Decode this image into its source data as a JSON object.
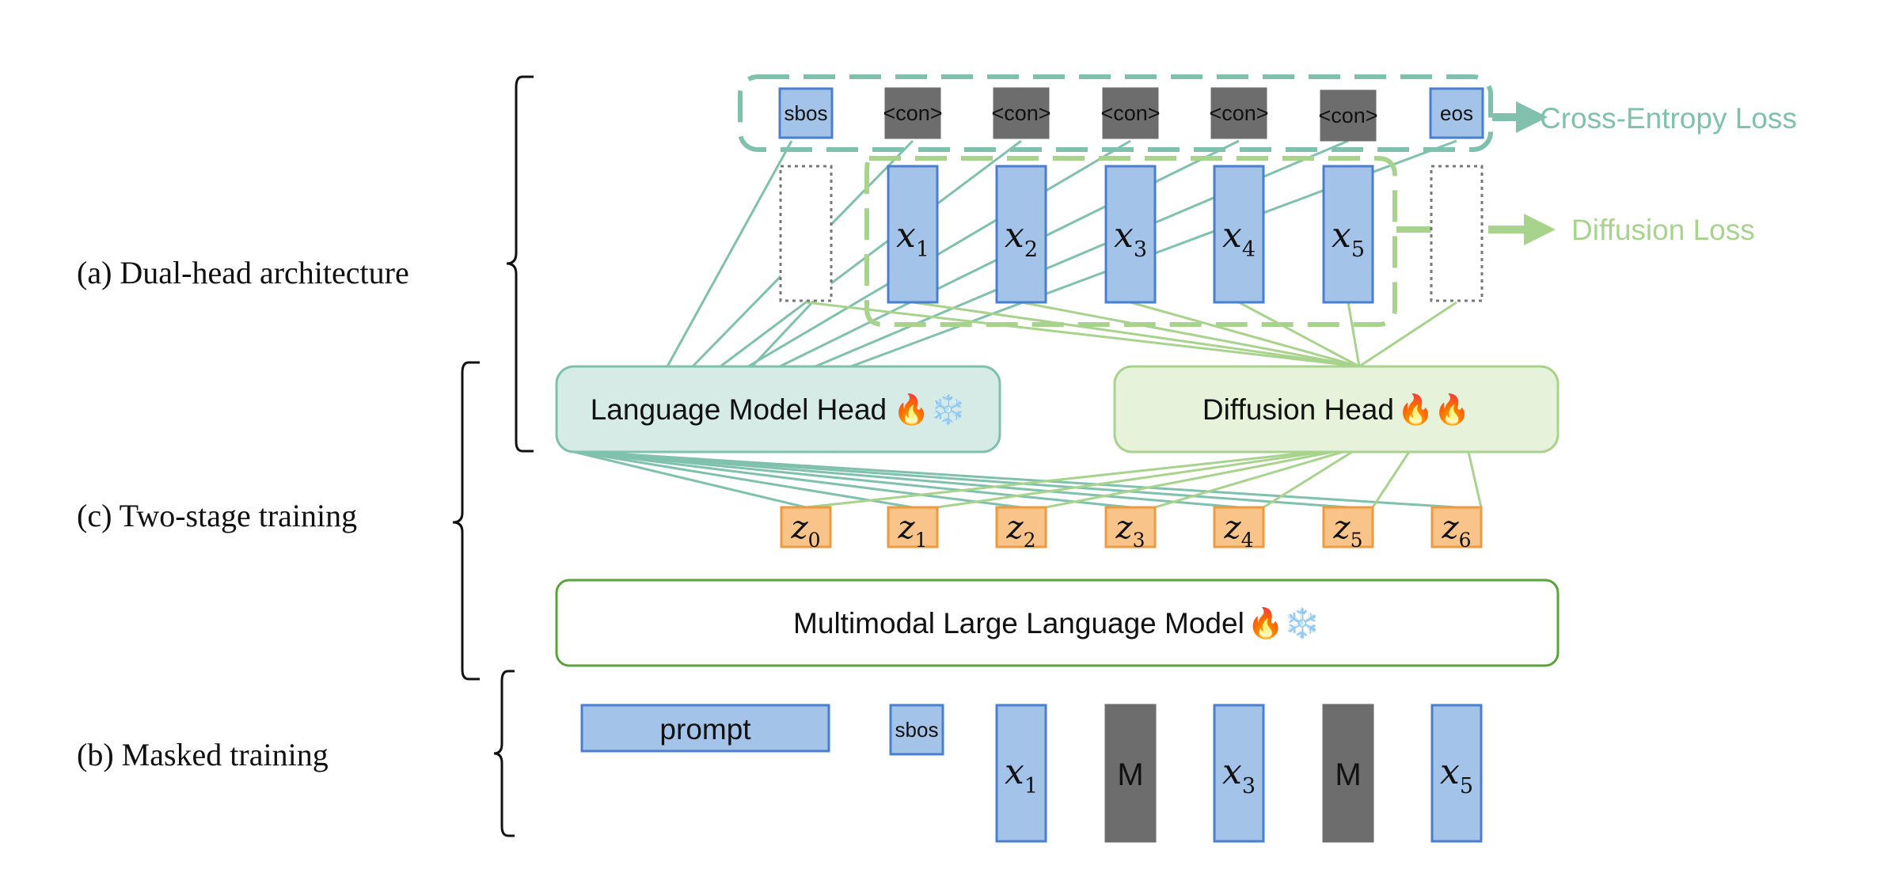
{
  "sections": {
    "dual_head": "(a) Dual-head architecture",
    "two_stage": "(c) Two-stage training",
    "masked": "(b) Masked training"
  },
  "output_tokens": [
    "sbos",
    "<con>",
    "<con>",
    "<con>",
    "<con>",
    "<con>",
    "eos"
  ],
  "x_tokens": [
    {
      "base": "x",
      "sub": "1"
    },
    {
      "base": "x",
      "sub": "2"
    },
    {
      "base": "x",
      "sub": "3"
    },
    {
      "base": "x",
      "sub": "4"
    },
    {
      "base": "x",
      "sub": "5"
    }
  ],
  "losses": {
    "cross_entropy": "Cross-Entropy Loss",
    "diffusion": "Diffusion Loss"
  },
  "heads": {
    "lm_head": "Language Model Head",
    "lm_icons": "🔥❄️",
    "diffusion_head": "Diffusion Head",
    "diffusion_icons": "🔥🔥"
  },
  "z_tokens": [
    {
      "base": "z",
      "sub": "0"
    },
    {
      "base": "z",
      "sub": "1"
    },
    {
      "base": "z",
      "sub": "2"
    },
    {
      "base": "z",
      "sub": "3"
    },
    {
      "base": "z",
      "sub": "4"
    },
    {
      "base": "z",
      "sub": "5"
    },
    {
      "base": "z",
      "sub": "6"
    }
  ],
  "mllm": {
    "label": "Multimodal Large Language Model",
    "icons": "🔥❄️"
  },
  "masked_inputs": {
    "prompt": "prompt",
    "sbos": "sbos",
    "seq": [
      {
        "base": "x",
        "sub": "1"
      },
      {
        "base": "M",
        "sub": ""
      },
      {
        "base": "x",
        "sub": "3"
      },
      {
        "base": "M",
        "sub": ""
      },
      {
        "base": "x",
        "sub": "5"
      }
    ]
  },
  "colors": {
    "token_fill": "#a3c4e8",
    "token_stroke": "#4a7fd0",
    "mask_fill": "#6d6d6d",
    "z_fill": "#f9c48a",
    "z_stroke": "#ee9a3e",
    "teal": "#7fc1ac",
    "green": "#a8d38c",
    "lm_fill": "#d6ebe6",
    "diff_fill": "#e6f2da",
    "mllm_stroke": "#5aa33a"
  }
}
